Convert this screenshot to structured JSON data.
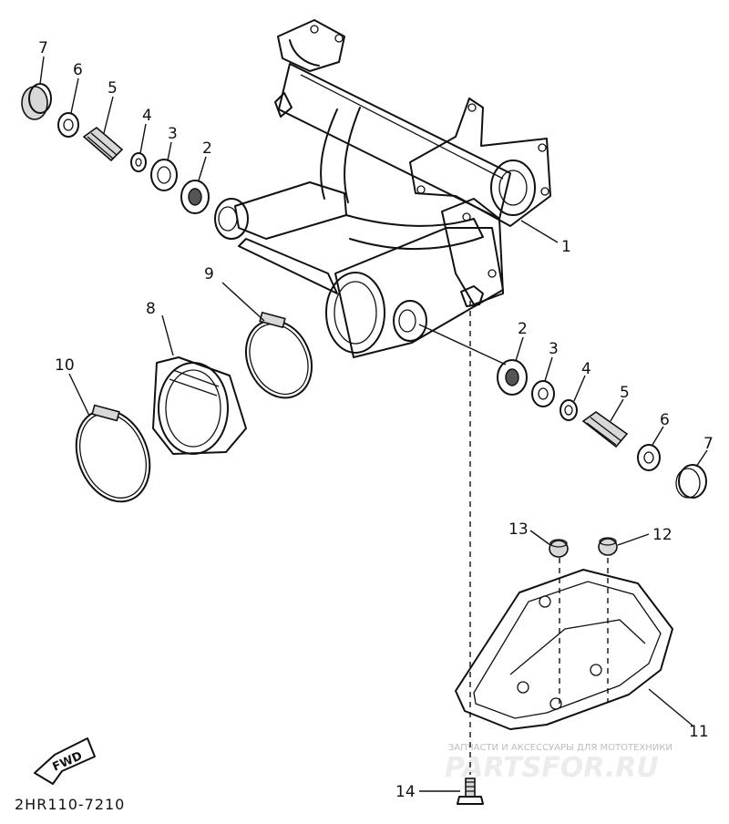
{
  "callouts": [
    {
      "id": "c7a",
      "label": "7"
    },
    {
      "id": "c6a",
      "label": "6"
    },
    {
      "id": "c5a",
      "label": "5"
    },
    {
      "id": "c4a",
      "label": "4"
    },
    {
      "id": "c3a",
      "label": "3"
    },
    {
      "id": "c2a",
      "label": "2"
    },
    {
      "id": "c1",
      "label": "1"
    },
    {
      "id": "c9",
      "label": "9"
    },
    {
      "id": "c8",
      "label": "8"
    },
    {
      "id": "c10",
      "label": "10"
    },
    {
      "id": "c2b",
      "label": "2"
    },
    {
      "id": "c3b",
      "label": "3"
    },
    {
      "id": "c4b",
      "label": "4"
    },
    {
      "id": "c5b",
      "label": "5"
    },
    {
      "id": "c6b",
      "label": "6"
    },
    {
      "id": "c7b",
      "label": "7"
    },
    {
      "id": "c13",
      "label": "13"
    },
    {
      "id": "c12",
      "label": "12"
    },
    {
      "id": "c11",
      "label": "11"
    },
    {
      "id": "c14",
      "label": "14"
    }
  ],
  "fwd_label": "FWD",
  "diagram_code": "2HR110-7210",
  "watermark": {
    "subtitle": "ЗАПЧАСТИ И АКСЕССУАРЫ ДЛЯ МОТОТЕХНИКИ",
    "brand": "PARTSFOR.RU"
  }
}
